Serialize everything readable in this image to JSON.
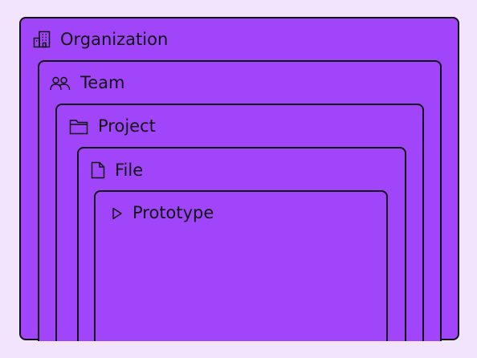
{
  "colors": {
    "background": "#f2e4fd",
    "box_fill": "#a145fb",
    "stroke": "#111111"
  },
  "levels": [
    {
      "label": "Organization",
      "icon": "building-icon"
    },
    {
      "label": "Team",
      "icon": "people-icon"
    },
    {
      "label": "Project",
      "icon": "folder-icon"
    },
    {
      "label": "File",
      "icon": "file-icon"
    },
    {
      "label": "Prototype",
      "icon": "play-icon"
    }
  ]
}
